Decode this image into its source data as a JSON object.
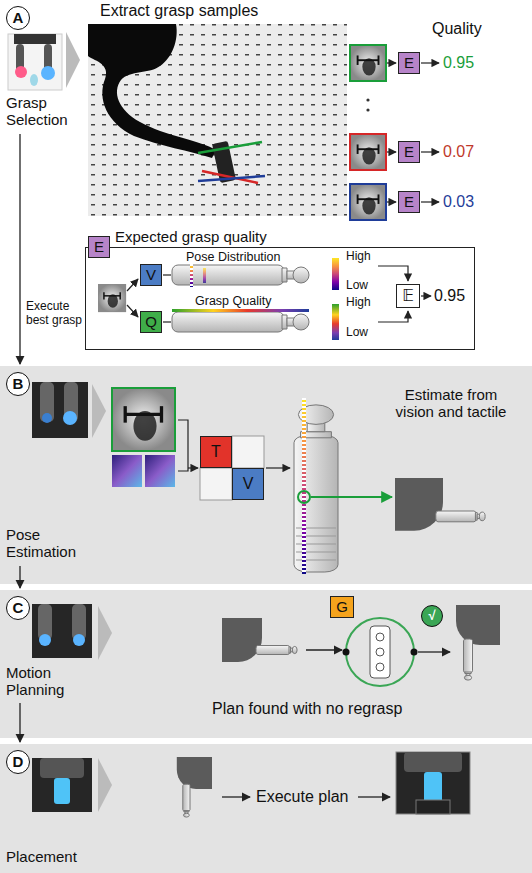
{
  "diagram": {
    "nodes": [
      {
        "text": [
          "A"
        ]
      },
      {
        "text": [
          "E"
        ]
      },
      {
        "text": [
          "E"
        ]
      },
      {
        "text": [
          "E"
        ]
      },
      {
        "text": [
          "Expected grasp quality"
        ]
      },
      {
        "text": [
          "E"
        ],
        "in": 4
      },
      {
        "text": [
          "V"
        ],
        "in": 4
      },
      {
        "text": [
          "Q"
        ],
        "in": 4
      },
      {
        "text": [
          "𝔼"
        ],
        "in": 4
      },
      {
        "text": [
          "Pose Estimation"
        ]
      },
      {
        "text": [
          "B"
        ],
        "in": 9
      },
      {
        "text": [
          "T"
        ],
        "in": 9
      },
      {
        "text": [
          "V"
        ],
        "in": 9
      },
      {
        "text": [
          "Motion Planning"
        ]
      },
      {
        "text": [
          "C"
        ],
        "in": 13
      },
      {
        "text": [
          "G"
        ],
        "in": 13
      },
      {
        "text": [
          "√"
        ],
        "in": 13
      },
      {
        "text": [
          "Placement"
        ]
      },
      {
        "text": [
          "D"
        ],
        "in": 17
      }
    ],
    "labels": [
      "Extract grasp samples",
      "Quality",
      "0.95",
      "0.07",
      "0.03",
      "Grasp Selection",
      "Pose Distribution",
      "High",
      "Low",
      "Grasp Quality",
      "High",
      "Low",
      "0.95",
      "Execute best grasp",
      "Estimate from vision and tactile",
      "Plan found with no regrasp",
      "Execute plan"
    ]
  }
}
